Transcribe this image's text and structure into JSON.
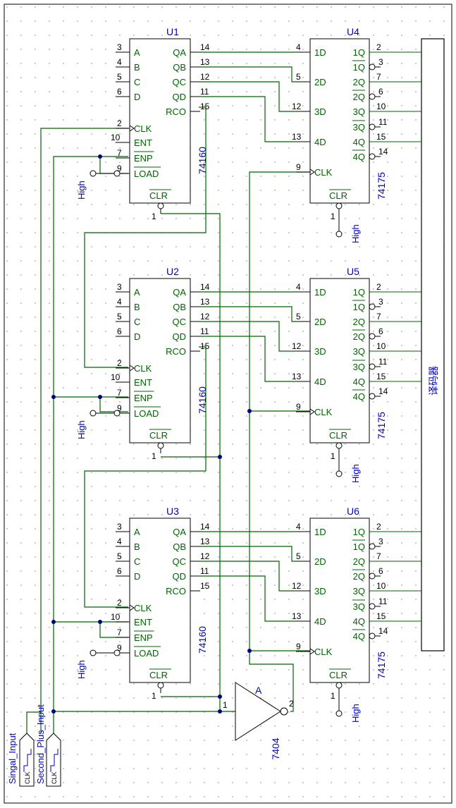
{
  "counter_type": "74160",
  "latch_type": "74175",
  "inverter_type": "7404",
  "inverter_name": "A",
  "inverter_pins": {
    "in": "1",
    "out": "2"
  },
  "decoder_label": "译码器",
  "high_label": "High",
  "counter_pins": {
    "left": [
      {
        "num": "3",
        "name": "A"
      },
      {
        "num": "4",
        "name": "B"
      },
      {
        "num": "5",
        "name": "C"
      },
      {
        "num": "6",
        "name": "D"
      },
      {
        "num": "2",
        "name": "CLK"
      },
      {
        "num": "10",
        "name": "ENT"
      },
      {
        "num": "7",
        "name": "ENP"
      },
      {
        "num": "9",
        "name": "LOAD"
      }
    ],
    "right": [
      {
        "num": "14",
        "name": "QA"
      },
      {
        "num": "13",
        "name": "QB"
      },
      {
        "num": "12",
        "name": "QC"
      },
      {
        "num": "11",
        "name": "QD"
      },
      {
        "num": "15",
        "name": "RCO"
      }
    ],
    "bottom": {
      "num": "1",
      "name": "CLR"
    }
  },
  "latch_pins": {
    "left": [
      {
        "num": "4",
        "name": "1D"
      },
      {
        "num": "5",
        "name": "2D"
      },
      {
        "num": "12",
        "name": "3D"
      },
      {
        "num": "13",
        "name": "4D"
      },
      {
        "num": "9",
        "name": "CLK"
      }
    ],
    "right": [
      {
        "num": "2",
        "name": "1Q"
      },
      {
        "num": "3",
        "name": "1Q"
      },
      {
        "num": "7",
        "name": "2Q"
      },
      {
        "num": "6",
        "name": "2Q"
      },
      {
        "num": "10",
        "name": "3Q"
      },
      {
        "num": "11",
        "name": "3Q"
      },
      {
        "num": "15",
        "name": "4Q"
      },
      {
        "num": "14",
        "name": "4Q"
      }
    ],
    "bottom": {
      "num": "1",
      "name": "CLR"
    }
  },
  "counters": [
    {
      "id": "U1"
    },
    {
      "id": "U2"
    },
    {
      "id": "U3"
    }
  ],
  "latches": [
    {
      "id": "U4"
    },
    {
      "id": "U5"
    },
    {
      "id": "U6"
    }
  ],
  "inputs": [
    {
      "label": "Singal_Input",
      "clk": "CLK"
    },
    {
      "label": "Second_Plus_Input",
      "clk": "CLK"
    }
  ]
}
